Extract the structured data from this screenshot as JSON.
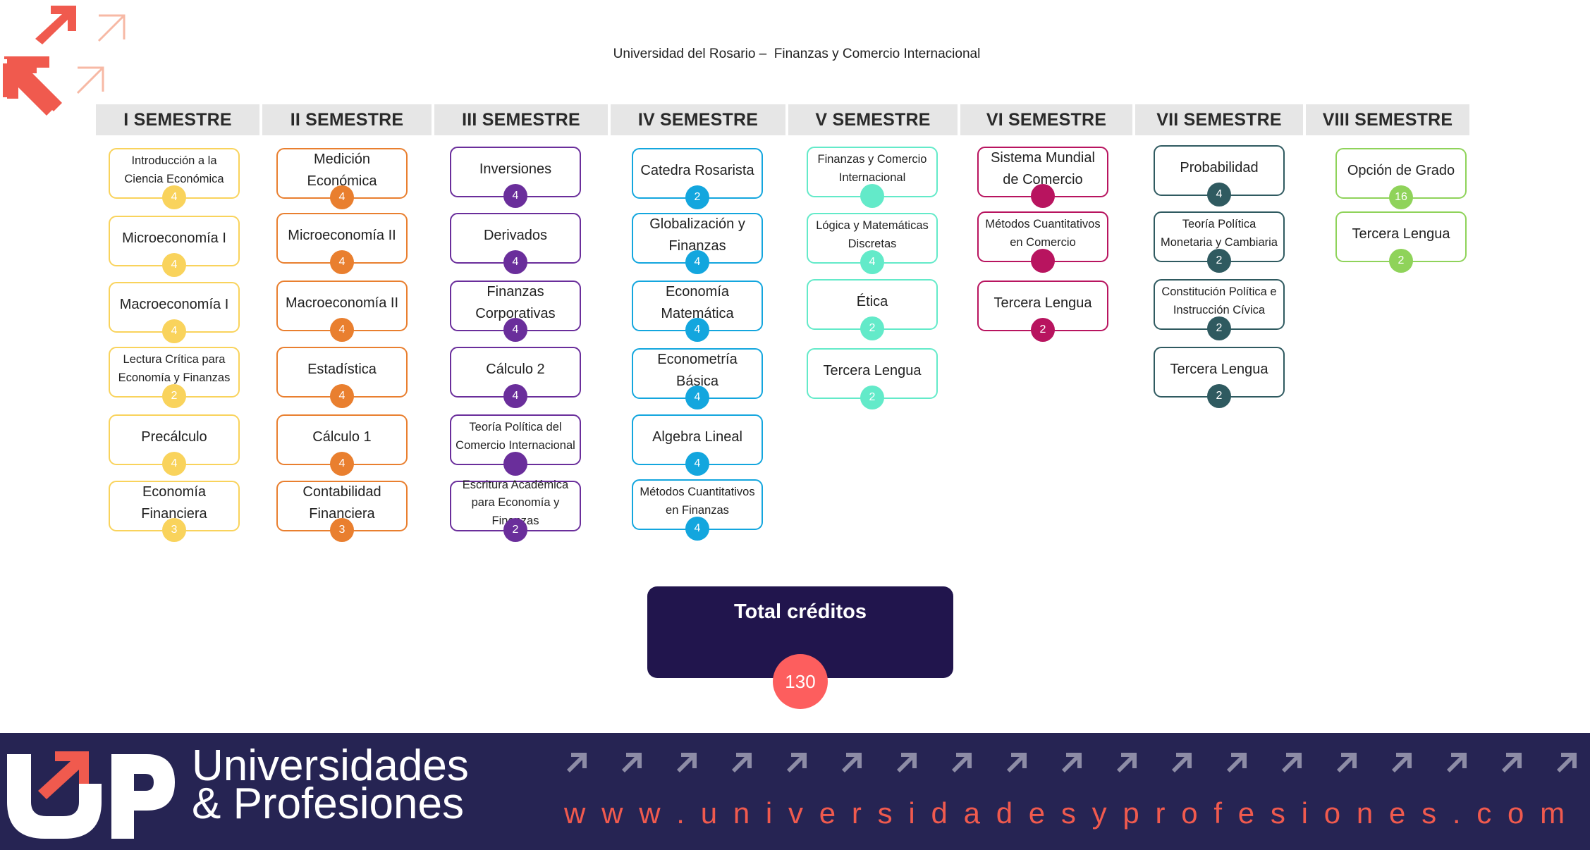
{
  "header": {
    "title": "Universidad del Rosario –  Finanzas y Comercio Internacional"
  },
  "semesters": [
    {
      "label": "I SEMESTRE",
      "color": "#f9d35c",
      "courses": [
        {
          "name": "Introducción a la Ciencia Económica",
          "credits": "4"
        },
        {
          "name": "Microeconomía I",
          "credits": "4"
        },
        {
          "name": "Macroeconomía I",
          "credits": "4"
        },
        {
          "name": "Lectura Crítica para Economía y Finanzas",
          "credits": "2"
        },
        {
          "name": "Precálculo",
          "credits": "4"
        },
        {
          "name": "Economía Financiera",
          "credits": "3"
        }
      ]
    },
    {
      "label": "II SEMESTRE",
      "color": "#e97f2f",
      "courses": [
        {
          "name": "Medición Económica",
          "credits": "4"
        },
        {
          "name": "Microeconomía II",
          "credits": "4"
        },
        {
          "name": "Macroeconomía II",
          "credits": "4"
        },
        {
          "name": "Estadística",
          "credits": "4"
        },
        {
          "name": "Cálculo 1",
          "credits": "4"
        },
        {
          "name": "Contabilidad Financiera",
          "credits": "3"
        }
      ]
    },
    {
      "label": "III SEMESTRE",
      "color": "#6a2e9b",
      "courses": [
        {
          "name": "Inversiones",
          "credits": "4"
        },
        {
          "name": "Derivados",
          "credits": "4"
        },
        {
          "name": "Finanzas Corporativas",
          "credits": "4"
        },
        {
          "name": "Cálculo 2",
          "credits": "4"
        },
        {
          "name": "Teoría Política del Comercio Internacional",
          "credits": ""
        },
        {
          "name": "Escritura Académica para Economía y Finanzas",
          "credits": "2"
        }
      ]
    },
    {
      "label": "IV SEMESTRE",
      "color": "#13a6de",
      "courses": [
        {
          "name": "Catedra Rosarista",
          "credits": "2"
        },
        {
          "name": "Globalización y Finanzas",
          "credits": "4"
        },
        {
          "name": "Economía Matemática",
          "credits": "4"
        },
        {
          "name": "Econometría Básica",
          "credits": "4"
        },
        {
          "name": "Algebra Lineal",
          "credits": "4"
        },
        {
          "name": "Métodos Cuantitativos en Finanzas",
          "credits": "4"
        }
      ]
    },
    {
      "label": "V SEMESTRE",
      "color": "#63eac9",
      "courses": [
        {
          "name": "Finanzas y Comercio Internacional",
          "credits": ""
        },
        {
          "name": "Lógica y Matemáticas Discretas",
          "credits": "4"
        },
        {
          "name": "Ética",
          "credits": "2"
        },
        {
          "name": "Tercera Lengua",
          "credits": "2"
        }
      ]
    },
    {
      "label": "VI SEMESTRE",
      "color": "#b8145f",
      "courses": [
        {
          "name": "Sistema Mundial de Comercio",
          "credits": ""
        },
        {
          "name": "Métodos Cuantitativos en Comercio",
          "credits": ""
        },
        {
          "name": "Tercera Lengua",
          "credits": "2"
        }
      ]
    },
    {
      "label": "VII SEMESTRE",
      "color": "#2f5a60",
      "courses": [
        {
          "name": "Probabilidad",
          "credits": "4"
        },
        {
          "name": "Teoría Política Monetaria y Cambiaria",
          "credits": "2"
        },
        {
          "name": "Constitución Política e Instrucción Cívica",
          "credits": "2"
        },
        {
          "name": "Tercera Lengua",
          "credits": "2"
        }
      ]
    },
    {
      "label": "VIII SEMESTRE",
      "color": "#8fd35a",
      "courses": [
        {
          "name": "Opción de Grado",
          "credits": "16"
        },
        {
          "name": "Tercera Lengua",
          "credits": "2"
        }
      ]
    }
  ],
  "total": {
    "label": "Total créditos",
    "value": "130"
  },
  "footer": {
    "brand": "Universidades\n& Profesiones",
    "website": "www.universidadesyprofesiones.com",
    "logo_text": "UP"
  },
  "colors": {
    "footer_bg": "#262453",
    "total_bg": "#21154d",
    "total_circle": "#fd5e5e",
    "accent": "#f05a4e"
  }
}
